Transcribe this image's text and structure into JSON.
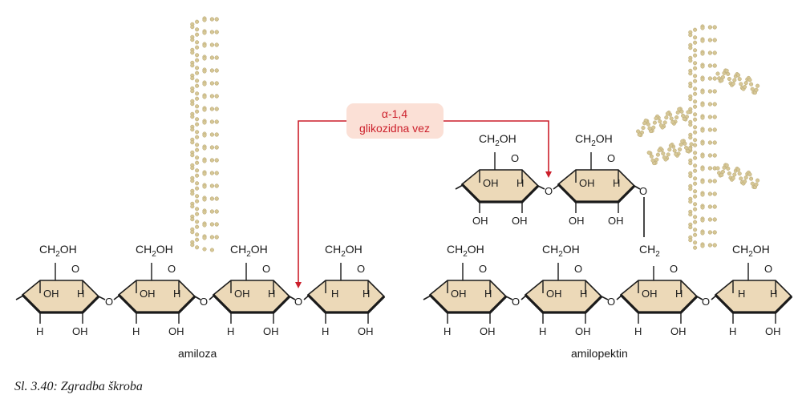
{
  "labels": {
    "ch2oh": "CH2OH",
    "oh": "OH",
    "h": "H",
    "o": "O",
    "ch2": "CH2",
    "sub2": "2"
  },
  "linkage_label": {
    "line1": "α-1,4",
    "line2": "glikozidna vez"
  },
  "amylose_label": "amiloza",
  "amylopectin_label": "amilopektin",
  "caption": "Sl. 3.40: Zgradba škroba",
  "colors": {
    "ring_fill": "#ecd9b8",
    "ring_stroke": "#1a1a1a",
    "arrow": "#cc1f2b",
    "label_box": "#fbe0d6",
    "helix": "#d6c796"
  }
}
